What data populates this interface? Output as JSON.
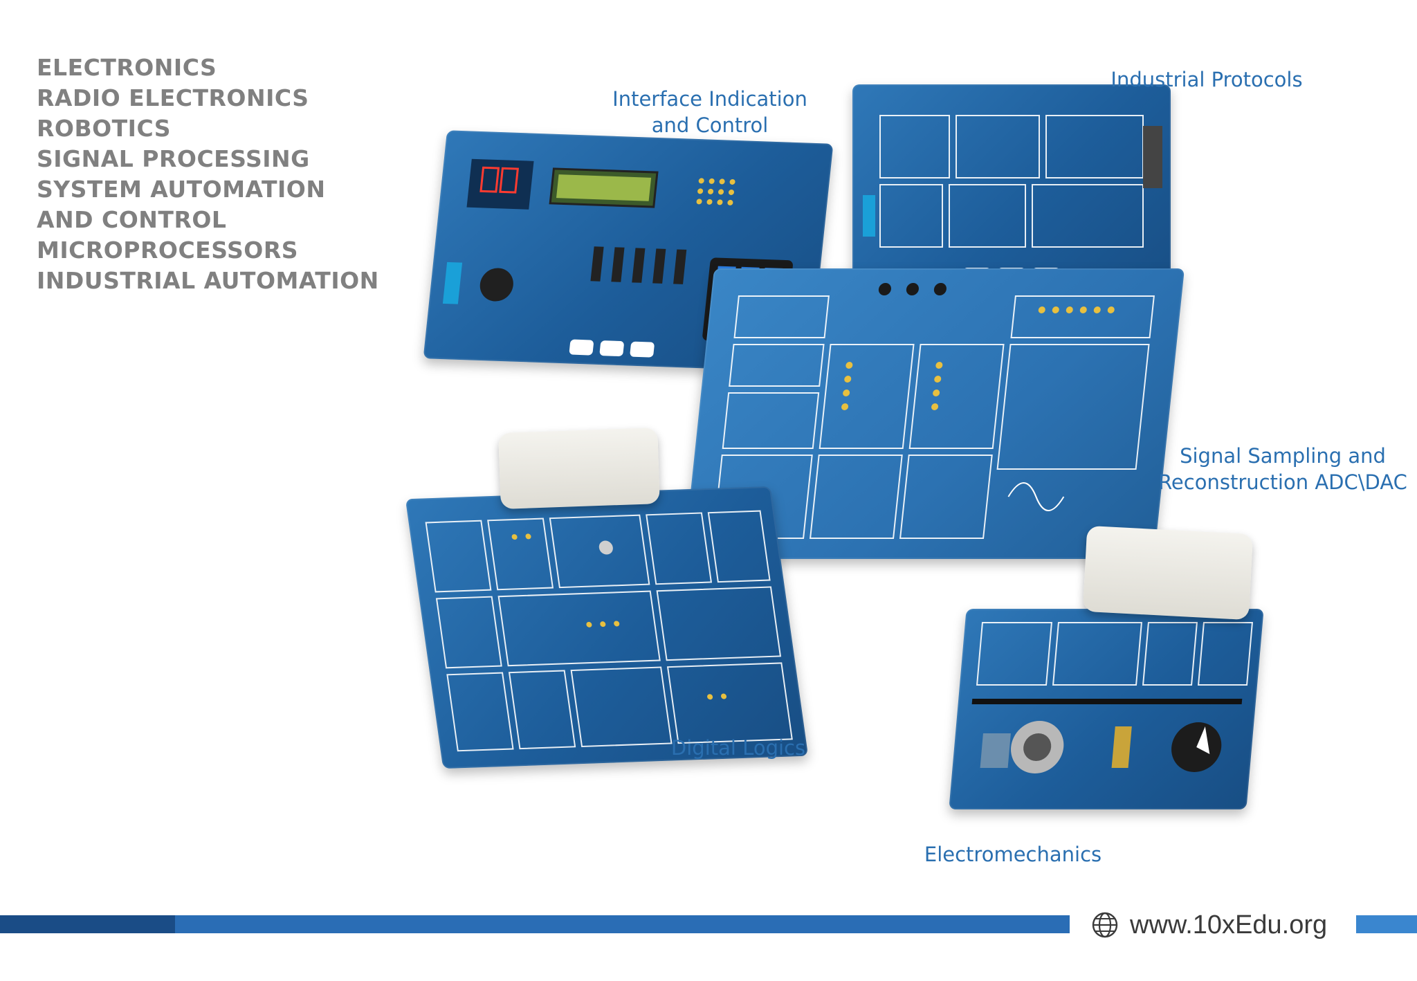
{
  "topics": [
    "ELECTRONICS",
    "RADIO ELECTRONICS",
    "ROBOTICS",
    "SIGNAL PROCESSING",
    "SYSTEM AUTOMATION",
    "AND CONTROL",
    "MICROPROCESSORS",
    "INDUSTRIAL AUTOMATION"
  ],
  "captions": {
    "interface": [
      "Interface Indication",
      "and Control"
    ],
    "industrial": [
      "Industrial Protocols"
    ],
    "signal": [
      "Signal Sampling and",
      "Reconstruction ADC\\DAC"
    ],
    "digital": [
      "Digital Logics"
    ],
    "electromechanics": [
      "Electromechanics"
    ]
  },
  "footer": {
    "url": "www.10xEdu.org",
    "icon": "globe-icon"
  },
  "colors": {
    "topic_text": "#808080",
    "caption_text": "#2a6fb0",
    "board_blue": "#1d5d9a",
    "bar_dark": "#1a4c86",
    "bar_mid": "#2a6db5",
    "bar_light": "#3a86cf"
  }
}
